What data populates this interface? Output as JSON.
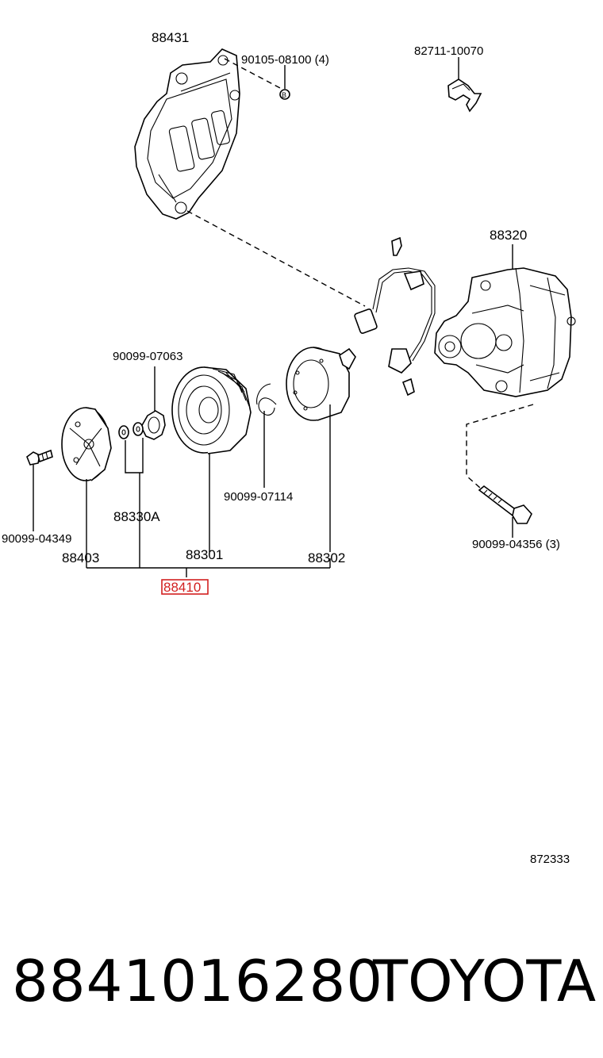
{
  "diagram": {
    "labels": {
      "bracket": "88431",
      "bolt_top": "90105-08100 (4)",
      "clip": "82711-10070",
      "compressor": "88320",
      "shim": "90099-07063",
      "washers": "88330A",
      "bolt_left": "90099-04349",
      "hub": "88403",
      "pulley": "88301",
      "snap_ring": "90099-07114",
      "stator": "88302",
      "clutch_assembly": "88410",
      "bolt_right": "90099-04356 (3)",
      "diagram_id": "872333"
    },
    "highlight_color": "#d22020"
  },
  "footer": {
    "part_number": "8841016280",
    "brand": "TOYOTA"
  }
}
